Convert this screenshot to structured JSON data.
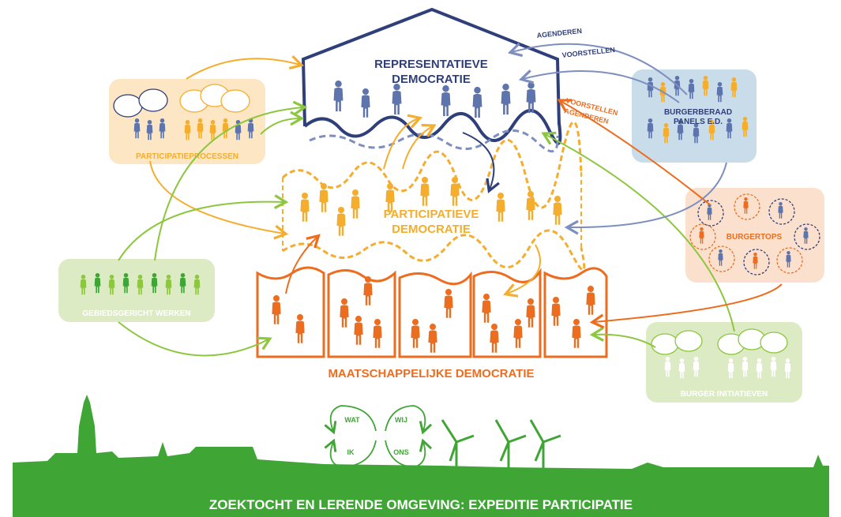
{
  "colors": {
    "navy": "#2f3f7a",
    "blue_person": "#5d74ad",
    "orange": "#ec6d1f",
    "yellow": "#f5ad2d",
    "green": "#8dc63f",
    "green_dark": "#3fa535",
    "light_blue_box": "#c9dcea",
    "light_orange_box": "#fbe1cd",
    "light_yellow_box": "#fde6c4",
    "light_green_box": "#dcebc4"
  },
  "representative": {
    "line1": "REPRESENTATIEVE",
    "line2": "DEMOCRATIE"
  },
  "participatory": {
    "line1": "PARTICIPATIEVE",
    "line2": "DEMOCRATIE"
  },
  "societal": {
    "label": "MAATSCHAPPELIJKE DEMOCRATIE"
  },
  "side_boxes": {
    "participatieprocessen": "PARTICIPATIEPROCESSEN",
    "burgerberaad_line1": "BURGERBERAAD",
    "burgerberaad_line2": "PANELS E.D.",
    "burgertops": "BURGERTOPS",
    "gebiedsgericht": "GEBIEDSGERICHT WERKEN",
    "burgerinitiatieven": "BURGER INITIATIEVEN"
  },
  "arrow_labels": {
    "agenderen_top": "AGENDEREN",
    "voorstellen_top": "VOORSTELLEN",
    "voorstellen_mid": "VOORSTELLEN",
    "agenderen_mid": "AGENDEREN"
  },
  "cycle": {
    "wat": "WAT",
    "wij": "WIJ",
    "ik": "IK",
    "ons": "ONS"
  },
  "footer": {
    "banner": "ZOEKTOCHT EN LERENDE OMGEVING: EXPEDITIE PARTICIPATIE"
  }
}
